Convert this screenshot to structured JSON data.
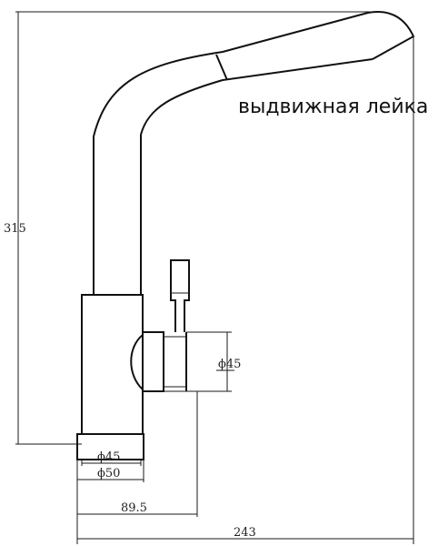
{
  "callout": {
    "label": "выдвижная лейка"
  },
  "dimensions": {
    "height": "315",
    "handle_diameter": "ϕ45",
    "base_inner_diameter": "ϕ45",
    "base_outer_diameter": "ϕ50",
    "handle_offset": "89.5",
    "total_reach": "243"
  }
}
